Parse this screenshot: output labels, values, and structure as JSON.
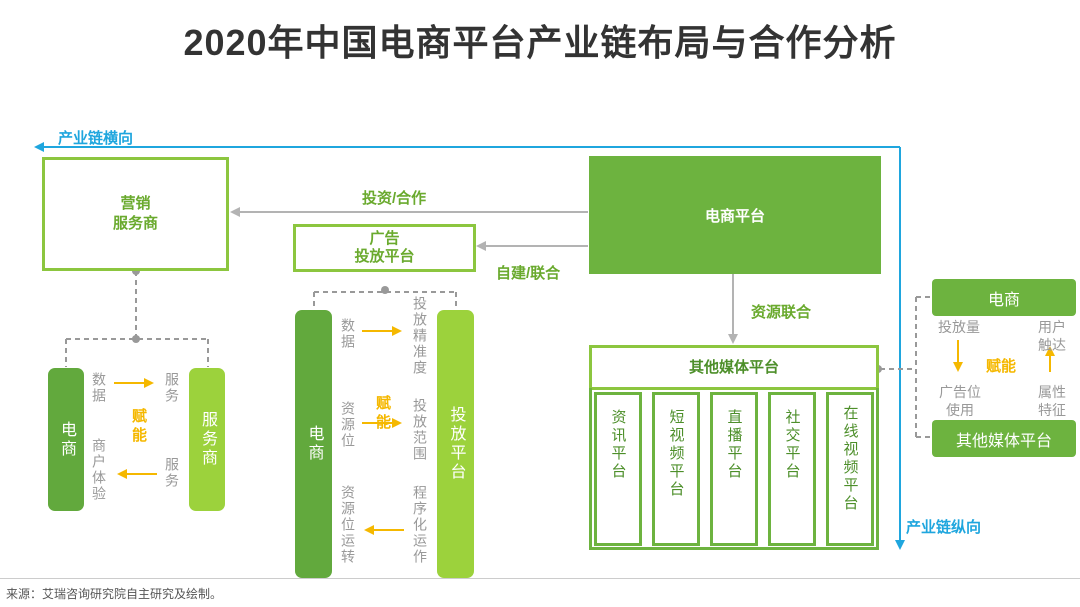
{
  "title": "2020年中国电商平台产业链布局与合作分析",
  "axis_horizontal": "产业链横向",
  "axis_vertical": "产业链纵向",
  "marketing_box": "营销\n服务商",
  "ad_box": "广告\n投放平台",
  "ecommerce_platform": "电商平台",
  "other_media": "其他媒体平台",
  "edge_invest": "投资/合作",
  "edge_self": "自建/联合",
  "edge_resource": "资源联合",
  "media_items": [
    "资讯平台",
    "短视频平台",
    "直播平台",
    "社交平台",
    "在线视频平台"
  ],
  "left_group": {
    "left_pill": "电商",
    "right_pill": "服务商",
    "text_data": "数据",
    "text_service_top": "服务",
    "text_empower": "赋能",
    "text_merchant": "商户体验",
    "text_service_bottom": "服务"
  },
  "middle_group": {
    "left_pill": "电商",
    "right_pill": "投放平台",
    "text_data": "数据",
    "text_precision": "投放精准度",
    "text_resource_pos": "资源位",
    "text_empower": "赋能",
    "text_range": "投放范围",
    "text_resource_op": "资源位运转",
    "text_programmatic": "程序化运作"
  },
  "right_group": {
    "top_box": "电商",
    "bottom_box": "其他媒体平台",
    "text_volume": "投放量",
    "text_user_reach": "用户触达",
    "text_empower": "赋能",
    "text_ad_use": "广告位使用",
    "text_attribute": "属性特征"
  },
  "source": "来源：艾瑞咨询研究院自主研究及绘制。",
  "colors": {
    "green_dark": "#62a93d",
    "green_light": "#9cd23c",
    "green_outline": "#8cc63f",
    "arrow_yellow": "#f5b800",
    "cyan": "#1fa6de",
    "gray_line": "#b3b3b3"
  }
}
